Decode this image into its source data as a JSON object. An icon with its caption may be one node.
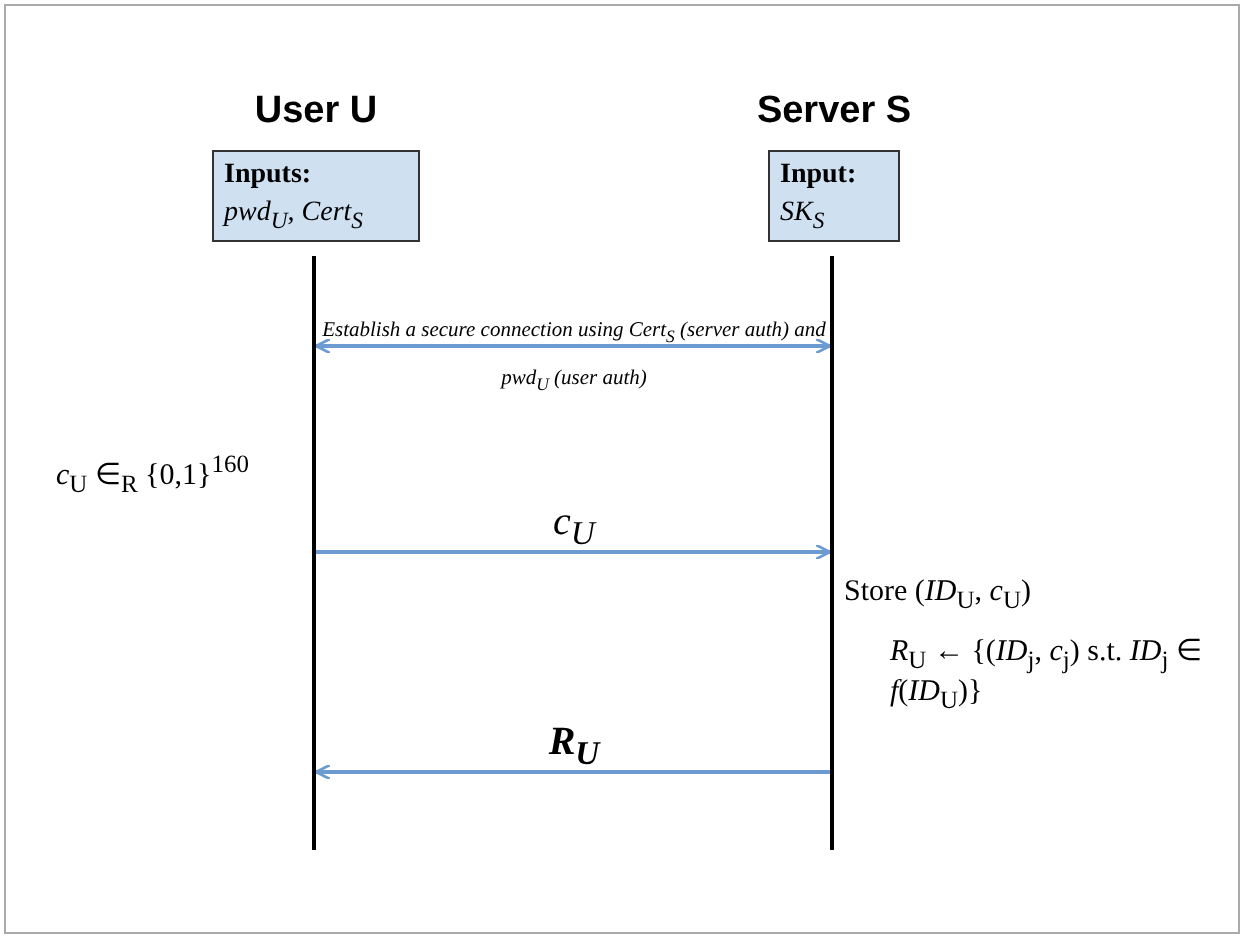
{
  "diagram": {
    "nodes": [
      {
        "text": [
          "User U",
          "Inputs:",
          "pwd$_{U}$, Cert$_{S}$"
        ]
      },
      {
        "text": [
          "Server S",
          "Input:",
          "SK$_{S}$"
        ]
      },
      {
        "text": [],
        "shape": "line"
      },
      {
        "text": [],
        "shape": "line"
      }
    ],
    "edges": [
      {
        "from": 2,
        "to": 3,
        "arrow": "both",
        "label": "Establish a secure connection using Cert$_{S}$ (server auth) and pwd$_{U}$ (user auth)"
      },
      {
        "from": 2,
        "to": 3,
        "arrow": "to",
        "label": "c$_{U}$"
      },
      {
        "from": 3,
        "to": 2,
        "arrow": "to",
        "label": "R$_{U}$"
      }
    ],
    "labels": [
      "*c*$_{U}$ ∈$_{R}$ {0,1}$^{160}$",
      "Store (*ID*$_{U}$, *c*$_{U}$)",
      "*R*$_{U}$ ← {(*ID*$_{j}$, *c*$_{j}$) s.t. *ID*$_{j}$ ∈ *f*(*ID*$_{U}$)}"
    ]
  }
}
